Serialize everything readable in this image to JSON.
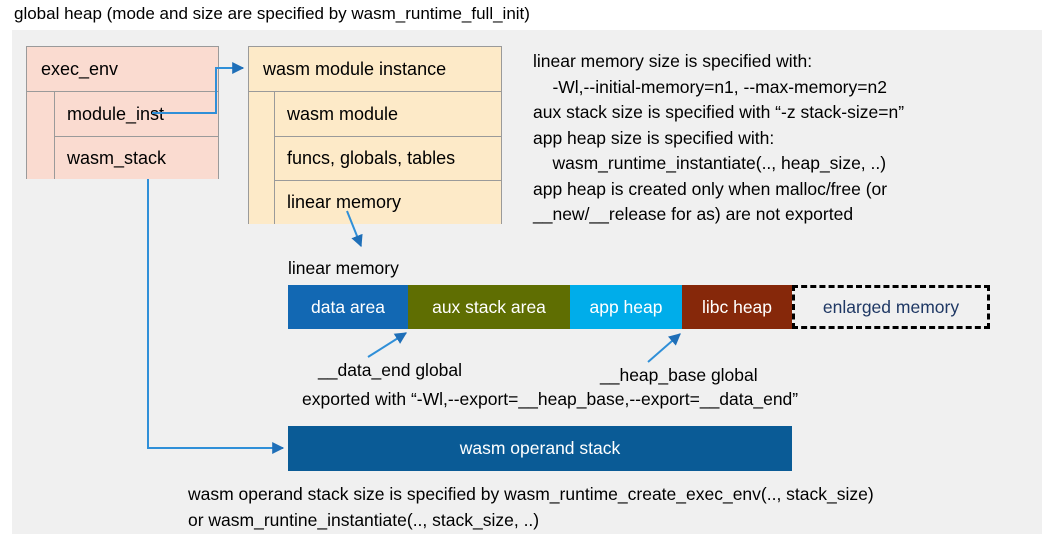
{
  "title": "global heap (mode and size are specified by wasm_runtime_full_init)",
  "exec_env": {
    "header": "exec_env",
    "rows": [
      "module_inst",
      "wasm_stack"
    ]
  },
  "module_instance": {
    "header": "wasm module instance",
    "rows": [
      "wasm module",
      "funcs, globals, tables",
      "linear memory"
    ]
  },
  "notes": "linear memory size is specified with:\n    -Wl,--initial-memory=n1, --max-memory=n2\naux stack size is specified with “-z stack-size=n”\napp heap size is specified with:\n    wasm_runtime_instantiate(.., heap_size, ..)\napp heap is created only when malloc/free (or\n__new/__release for as) are not exported",
  "linear_memory": {
    "label": "linear memory",
    "segments": [
      {
        "label": "data area",
        "color": "#1268b3",
        "width": 120
      },
      {
        "label": "aux stack area",
        "color": "#5f6e02",
        "width": 162
      },
      {
        "label": "app heap",
        "color": "#00adea",
        "width": 112
      },
      {
        "label": "libc heap",
        "color": "#86280a",
        "width": 110
      },
      {
        "label": "enlarged memory",
        "color": "#f0f0f0",
        "width": 198
      }
    ]
  },
  "annotations": {
    "data_end": "__data_end global",
    "heap_base": "__heap_base global",
    "exported": "exported with “-Wl,--export=__heap_base,--export=__data_end”"
  },
  "operand_stack": {
    "label": "wasm operand stack",
    "color": "#0a5b96"
  },
  "footer": "wasm operand stack size is specified by wasm_runtime_create_exec_env(.., stack_size)\nor wasm_runtine_instantiate(.., stack_size, ..)",
  "colors": {
    "page_background": "#ffffff",
    "canvas_background": "#f0f0f0",
    "pink_fill": "#fadbd0",
    "cream_fill": "#fdeac8",
    "connector": "#2f8fd8",
    "border": "#9a9a9a"
  }
}
